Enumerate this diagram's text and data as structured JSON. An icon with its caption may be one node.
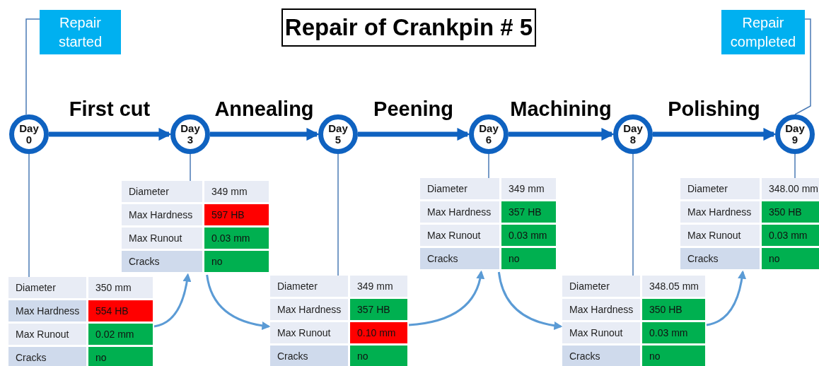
{
  "diagram": {
    "title": "Repair of Crankpin # 5",
    "nodes": [
      {
        "text": [
          "Repair started"
        ]
      },
      {
        "text": [
          "Repair completed"
        ]
      },
      {
        "text": [
          "Day 0"
        ]
      },
      {
        "text": [
          "Day 3"
        ]
      },
      {
        "text": [
          "Day 5"
        ]
      },
      {
        "text": [
          "Day 6"
        ]
      },
      {
        "text": [
          "Day 8"
        ]
      },
      {
        "text": [
          "Day 9"
        ]
      },
      {
        "text": [
          "Diameter",
          "350 mm",
          "Max Hardness",
          "554 HB",
          "Max Runout",
          "0.02 mm",
          "Cracks",
          "no"
        ]
      },
      {
        "text": [
          "Diameter",
          "349 mm",
          "Max Hardness",
          "597 HB",
          "Max Runout",
          "0.03 mm",
          "Cracks",
          "no"
        ]
      },
      {
        "text": [
          "Diameter",
          "349 mm",
          "Max Hardness",
          "357 HB",
          "Max Runout",
          "0.10 mm",
          "Cracks",
          "no"
        ]
      },
      {
        "text": [
          "Diameter",
          "349 mm",
          "Max Hardness",
          "357 HB",
          "Max Runout",
          "0.03 mm",
          "Cracks",
          "no"
        ]
      },
      {
        "text": [
          "Diameter",
          "348.05 mm",
          "Max Hardness",
          "350 HB",
          "Max Runout",
          "0.03 mm",
          "Cracks",
          "no"
        ]
      },
      {
        "text": [
          "Diameter",
          "348.00 mm",
          "Max Hardness",
          "350 HB",
          "Max Runout",
          "0.03 mm",
          "Cracks",
          "no"
        ]
      }
    ],
    "edges": [
      {
        "from": 0,
        "to": 2,
        "arrow": "none"
      },
      {
        "from": 1,
        "to": 7,
        "arrow": "none"
      },
      {
        "from": 2,
        "to": 3,
        "arrow": "to",
        "label": "First cut",
        "style": "thick",
        "color": "#0f62c0"
      },
      {
        "from": 3,
        "to": 4,
        "arrow": "to",
        "label": "Annealing",
        "style": "thick",
        "color": "#0f62c0"
      },
      {
        "from": 4,
        "to": 5,
        "arrow": "to",
        "label": "Peening",
        "style": "thick",
        "color": "#0f62c0"
      },
      {
        "from": 5,
        "to": 6,
        "arrow": "to",
        "label": "Machining",
        "style": "thick",
        "color": "#0f62c0"
      },
      {
        "from": 6,
        "to": 7,
        "arrow": "to",
        "label": "Polishing",
        "style": "thick",
        "color": "#0f62c0"
      },
      {
        "from": 2,
        "to": 8,
        "arrow": "none"
      },
      {
        "from": 3,
        "to": 9,
        "arrow": "none"
      },
      {
        "from": 4,
        "to": 10,
        "arrow": "none"
      },
      {
        "from": 5,
        "to": 11,
        "arrow": "none"
      },
      {
        "from": 6,
        "to": 12,
        "arrow": "none"
      },
      {
        "from": 7,
        "to": 13,
        "arrow": "none"
      },
      {
        "from": 8,
        "to": 9,
        "arrow": "to",
        "color": "#5b9bd5"
      },
      {
        "from": 9,
        "to": 10,
        "arrow": "to",
        "color": "#5b9bd5"
      },
      {
        "from": 10,
        "to": 11,
        "arrow": "to",
        "color": "#5b9bd5"
      },
      {
        "from": 11,
        "to": 12,
        "arrow": "to",
        "color": "#5b9bd5"
      },
      {
        "from": 12,
        "to": 13,
        "arrow": "to",
        "color": "#5b9bd5"
      }
    ]
  }
}
